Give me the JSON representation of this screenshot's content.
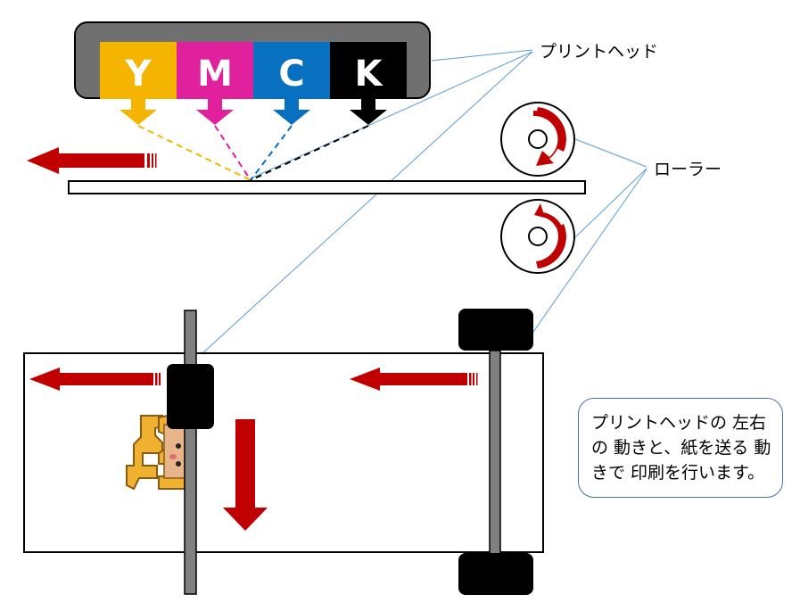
{
  "printhead": {
    "cartridges": [
      {
        "letter": "Y",
        "color": "#F5B400"
      },
      {
        "letter": "M",
        "color": "#E0209C"
      },
      {
        "letter": "C",
        "color": "#0870C0"
      },
      {
        "letter": "K",
        "color": "#000000"
      }
    ],
    "label": "プリントヘッド"
  },
  "rollers": {
    "label": "ローラー"
  },
  "caption": {
    "lines": [
      "プリントヘッドの 左右",
      "の 動きと、紙を送る 動",
      "きで 印刷を行います。"
    ]
  },
  "colors": {
    "arrow_red": "#C00000",
    "leader_line": "#5B9BD5",
    "head_body": "#707070",
    "paper_edge": "#000000"
  }
}
